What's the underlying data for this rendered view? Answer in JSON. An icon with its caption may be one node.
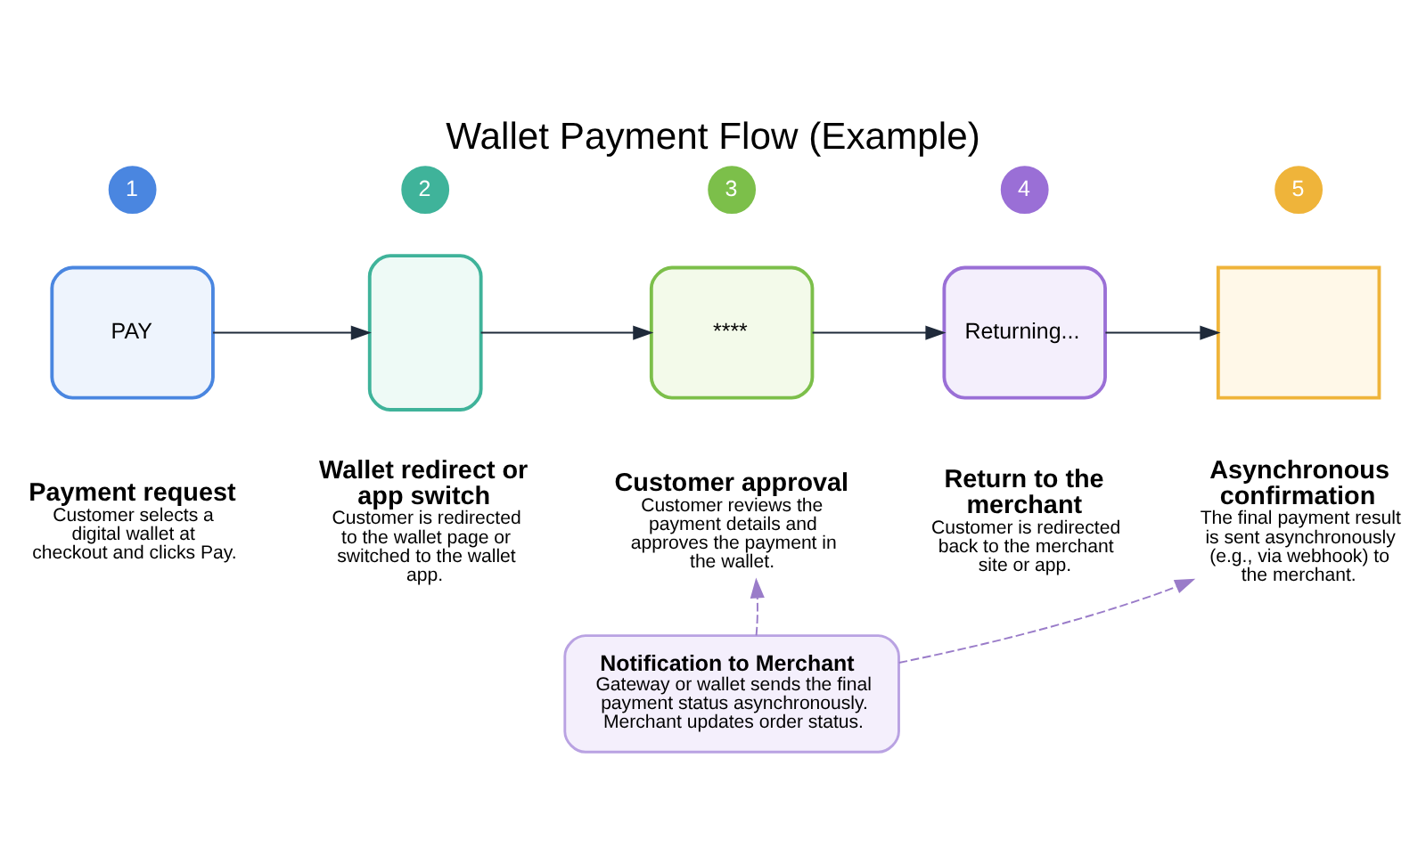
{
  "diagram": {
    "title": "Wallet Payment Flow (Example)",
    "nodes": [
      {
        "text": [
          "1"
        ]
      },
      {
        "text": [
          "PAY"
        ]
      },
      {
        "text": [
          "Payment request",
          "Customer selects a digital wallet at checkout and clicks Pay."
        ]
      },
      {
        "text": [
          "2"
        ]
      },
      {
        "text": [],
        "shape": "phone"
      },
      {
        "text": [
          "Wallet redirect or app switch",
          "Customer is redirected to the wallet page or switched to the wallet app."
        ]
      },
      {
        "text": [
          "3"
        ]
      },
      {
        "text": [
          "****"
        ]
      },
      {
        "text": [
          "Customer approval",
          "Customer reviews the payment details and approves the payment in the wallet."
        ]
      },
      {
        "text": [
          "4"
        ]
      },
      {
        "text": [
          "Returning..."
        ]
      },
      {
        "text": [
          "Return to the merchant",
          "Customer is redirected back to the merchant site or app."
        ]
      },
      {
        "text": [
          "5"
        ]
      },
      {
        "text": [],
        "shape": "window"
      },
      {
        "text": [
          "Asynchronous confirmation",
          "The final payment result is sent asynchronously (e.g., via webhook) to the merchant."
        ]
      },
      {
        "text": [
          "Notification to Merchant",
          "Gateway or wallet sends the final payment status asynchronously. Merchant updates order status."
        ]
      }
    ],
    "edges": [
      {
        "from": 1,
        "to": 4,
        "arrow": "to"
      },
      {
        "from": 4,
        "to": 7,
        "arrow": "to"
      },
      {
        "from": 7,
        "to": 10,
        "arrow": "to"
      },
      {
        "from": 10,
        "to": 13,
        "arrow": "to"
      },
      {
        "from": 15,
        "to": 8,
        "arrow": "to",
        "style": "dashed",
        "color": "#9a7cc9"
      },
      {
        "from": 15,
        "to": 14,
        "arrow": "to",
        "style": "dashed",
        "color": "#9a7cc9"
      }
    ]
  }
}
